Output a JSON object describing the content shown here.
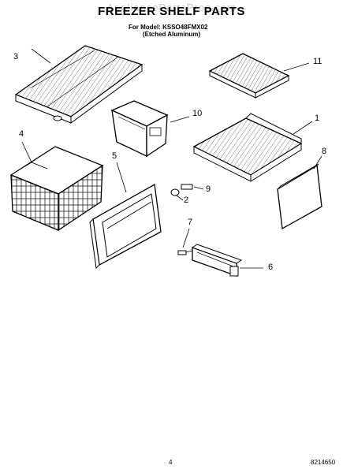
{
  "watermark": "AppliancePartsPros.com",
  "title": "FREEZER SHELF PARTS",
  "model_line": "For Model: KSSO48FMX02",
  "finish_line": "(Etched Aluminum)",
  "callouts": {
    "c1": "1",
    "c2": "2",
    "c3": "3",
    "c4": "4",
    "c5": "5",
    "c6": "6",
    "c7": "7",
    "c8": "8",
    "c9": "9",
    "c10": "10",
    "c11": "11"
  },
  "page_number": "4",
  "doc_number": "8214650"
}
